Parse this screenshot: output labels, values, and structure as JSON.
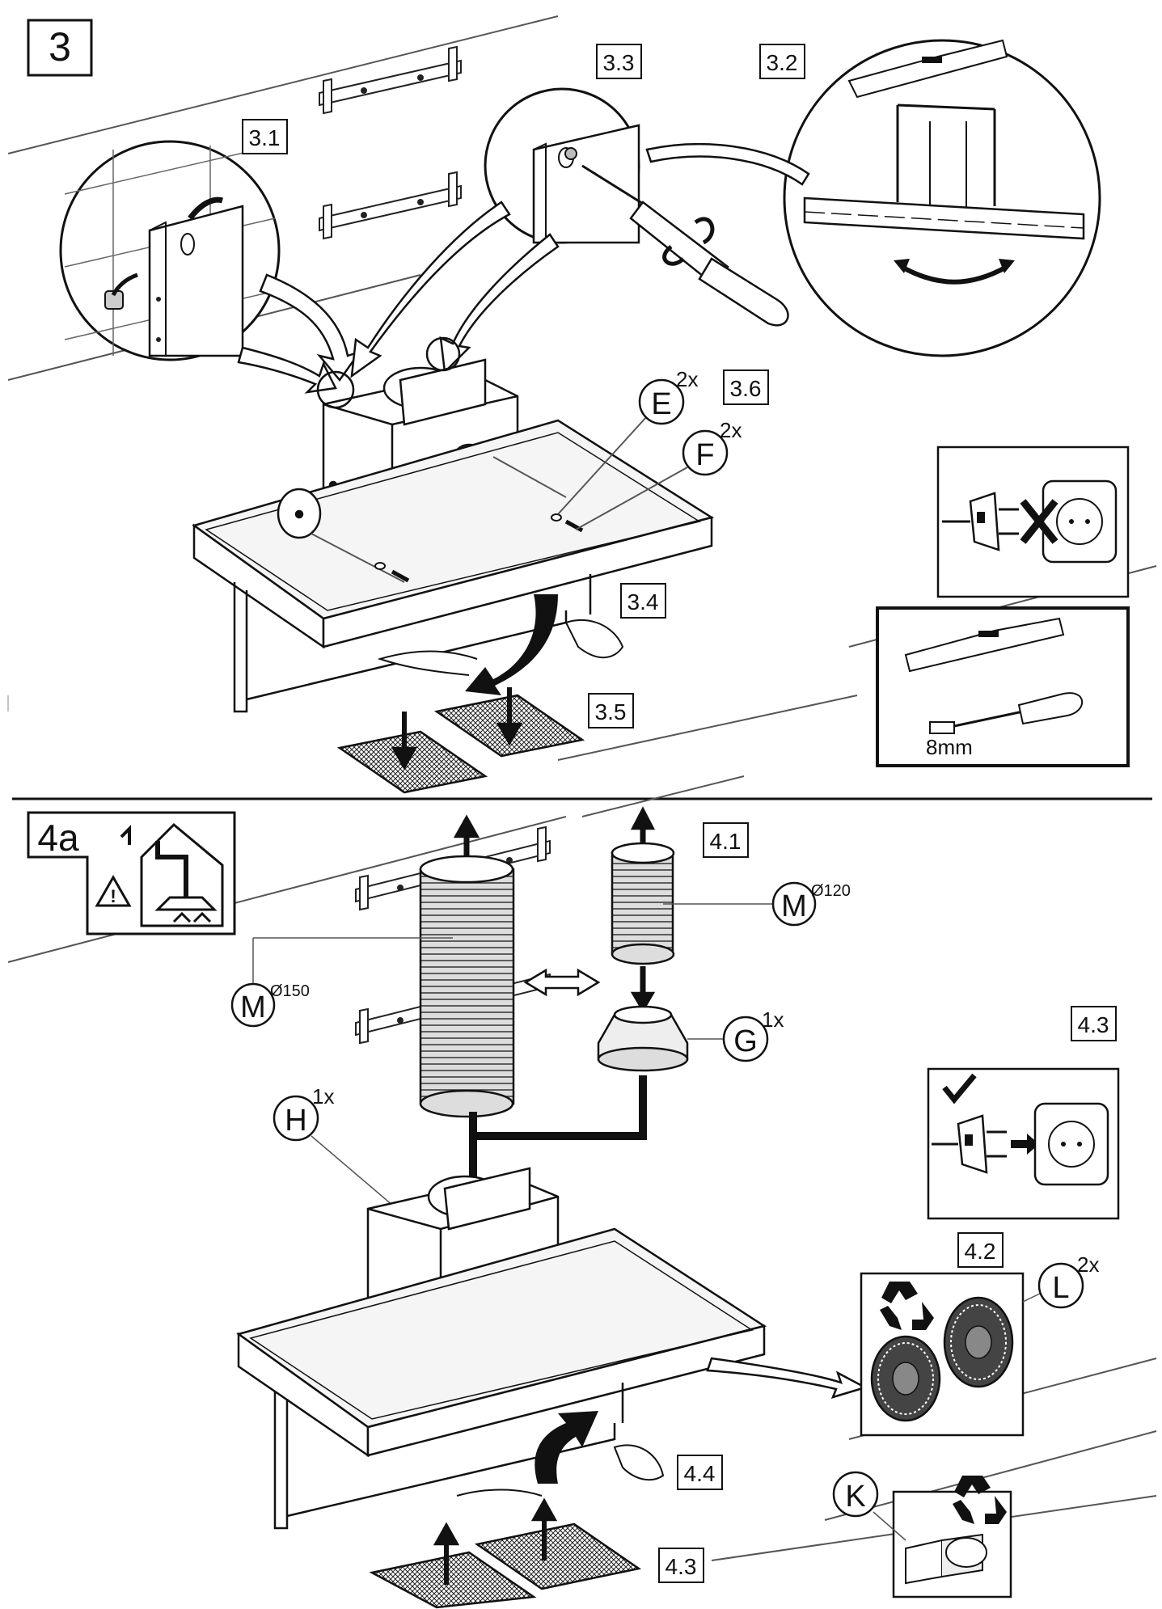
{
  "section3": {
    "step_number": "3",
    "step_labels": {
      "s31": "3.1",
      "s32": "3.2",
      "s33": "3.3",
      "s34": "3.4",
      "s35": "3.5",
      "s36": "3.6"
    },
    "parts": {
      "E": {
        "letter": "E",
        "qty": "2x"
      },
      "F": {
        "letter": "F",
        "qty": "2x"
      }
    },
    "tool_size": "8mm"
  },
  "section4": {
    "step_number": "4a",
    "step_labels": {
      "s41": "4.1",
      "s42": "4.2",
      "s43_top": "4.3",
      "s43_bottom": "4.3",
      "s44": "4.4"
    },
    "parts": {
      "M150": {
        "letter": "M",
        "qty": "Ø150"
      },
      "M120": {
        "letter": "M",
        "qty": "Ø120"
      },
      "G": {
        "letter": "G",
        "qty": "1x"
      },
      "H": {
        "letter": "H",
        "qty": "1x"
      },
      "L": {
        "letter": "L",
        "qty": "2x"
      },
      "K": {
        "letter": "K",
        "qty": ""
      }
    }
  }
}
